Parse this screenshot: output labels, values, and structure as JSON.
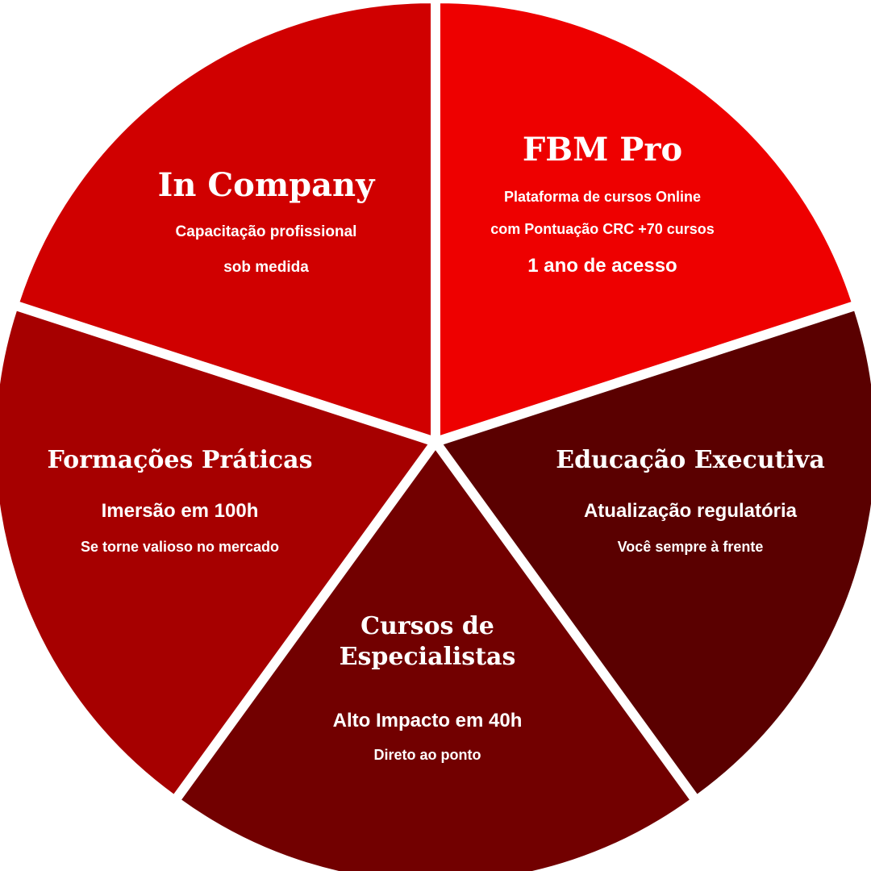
{
  "segments": [
    {
      "id": "fbm-pro",
      "color": "#EE0000",
      "title": "FBM Pro",
      "lines": [
        "Plataforma de cursos Online",
        "com Pontuação CRC +70 cursos",
        "1 ano de acesso"
      ]
    },
    {
      "id": "educacao-executiva",
      "color": "#5A0000",
      "title": "Educação Executiva",
      "lines": [
        "Atualização regulatória",
        "Você sempre à frente"
      ]
    },
    {
      "id": "cursos-especialistas",
      "color": "#720000",
      "title_lines": [
        "Cursos de",
        "Especialistas"
      ],
      "lines": [
        "Alto Impacto em 40h",
        "Direto ao ponto"
      ]
    },
    {
      "id": "formacoes-praticas",
      "color": "#A60000",
      "title": "Formações Práticas",
      "lines": [
        "Imersão em 100h",
        "Se torne valioso no mercado"
      ]
    },
    {
      "id": "in-company",
      "color": "#D00000",
      "title": "In Company",
      "lines": [
        "Capacitação profissional",
        "sob medida"
      ]
    }
  ]
}
